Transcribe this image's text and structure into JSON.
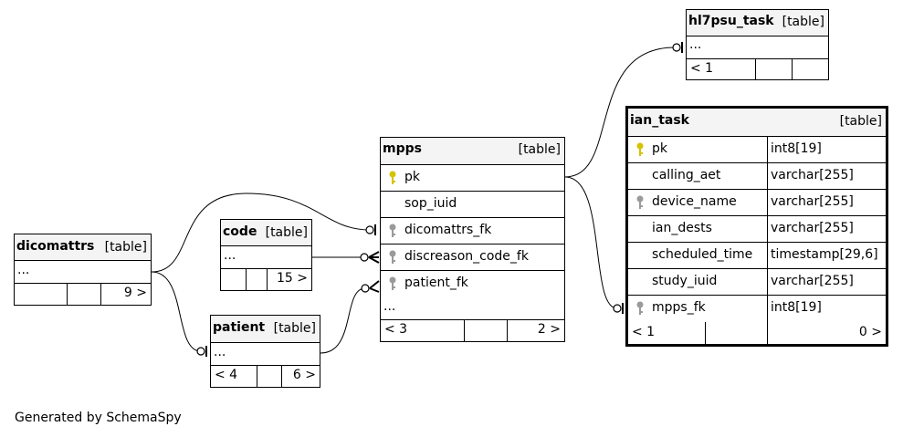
{
  "tables": {
    "hl7psu_task": {
      "name": "hl7psu_task",
      "tag": "[table]",
      "body": "...",
      "footer": [
        "< 1",
        "",
        ""
      ]
    },
    "ian_task": {
      "name": "ian_task",
      "tag": "[table]",
      "columns": [
        {
          "name": "pk",
          "type": "int8[19]",
          "key": "primary"
        },
        {
          "name": "calling_aet",
          "type": "varchar[255]",
          "key": "none"
        },
        {
          "name": "device_name",
          "type": "varchar[255]",
          "key": "index"
        },
        {
          "name": "ian_dests",
          "type": "varchar[255]",
          "key": "none"
        },
        {
          "name": "scheduled_time",
          "type": "timestamp[29,6]",
          "key": "none"
        },
        {
          "name": "study_iuid",
          "type": "varchar[255]",
          "key": "none"
        },
        {
          "name": "mpps_fk",
          "type": "int8[19]",
          "key": "foreign"
        }
      ],
      "footer": [
        "< 1",
        "",
        "0 >"
      ]
    },
    "mpps": {
      "name": "mpps",
      "tag": "[table]",
      "columns": [
        {
          "name": "pk",
          "key": "primary"
        },
        {
          "name": "sop_iuid",
          "key": "none"
        },
        {
          "name": "dicomattrs_fk",
          "key": "foreign"
        },
        {
          "name": "discreason_code_fk",
          "key": "foreign"
        },
        {
          "name": "patient_fk",
          "key": "foreign"
        }
      ],
      "body": "...",
      "footer": [
        "< 3",
        "",
        "2 >"
      ]
    },
    "code": {
      "name": "code",
      "tag": "[table]",
      "body": "...",
      "footer": [
        "",
        "",
        "15 >"
      ]
    },
    "dicomattrs": {
      "name": "dicomattrs",
      "tag": "[table]",
      "body": "...",
      "footer": [
        "",
        "",
        "9 >"
      ]
    },
    "patient": {
      "name": "patient",
      "tag": "[table]",
      "body": "...",
      "footer": [
        "< 4",
        "",
        "6 >"
      ]
    }
  },
  "colors": {
    "primary_key": "#d4c300",
    "foreign_key": "#9a9a9a",
    "header_bg": "#f4f4f4"
  },
  "footer_text": "Generated by SchemaSpy"
}
